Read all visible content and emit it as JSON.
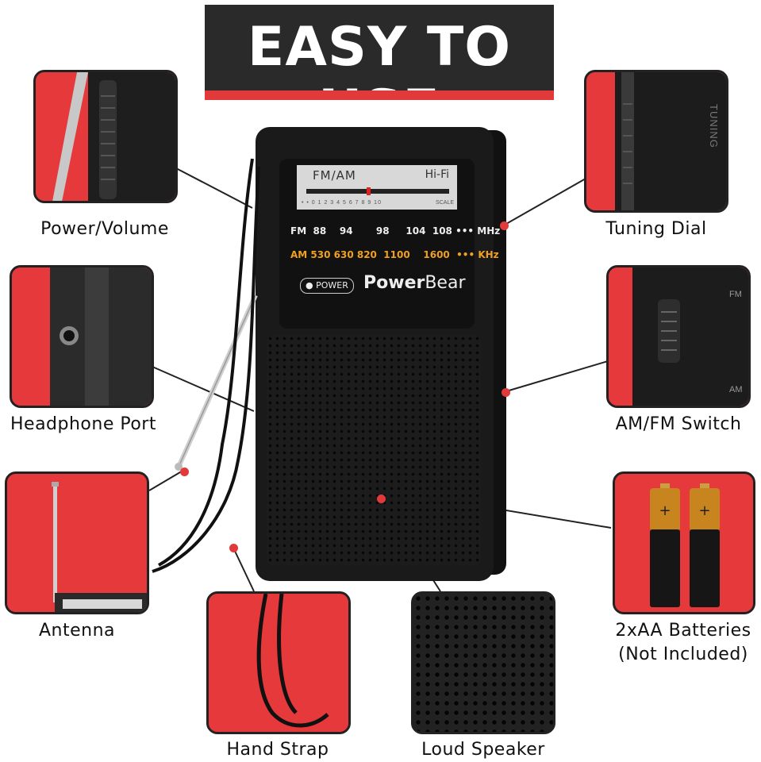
{
  "banner": {
    "title": "EASY TO USE"
  },
  "radio": {
    "scale_band": "FM/AM",
    "scale_hifi": "Hi-Fi",
    "scale_numbers": "• • 0  1  2  3  4  5  6  7  8  9  10",
    "scale_label": "SCALE",
    "fm_row": "FM  88    94       98     104  108 ••• MHz",
    "am_row": "AM 530 630 820  1100    1600  ••• KHz",
    "power_label": "POWER",
    "brand_a": "Power",
    "brand_b": "Bear"
  },
  "features": {
    "power_volume": "Power/Volume",
    "tuning_dial": "Tuning Dial",
    "headphone_port": "Headphone Port",
    "am_fm_switch": "AM/FM Switch",
    "antenna": "Antenna",
    "batteries_line1": "2xAA Batteries",
    "batteries_line2": "(Not Included)",
    "hand_strap": "Hand Strap",
    "loud_speaker": "Loud Speaker"
  },
  "tiles": {
    "tuning_text": "TUNING",
    "switch_fm": "FM",
    "switch_am": "AM"
  },
  "colors": {
    "accent": "#e23a3a",
    "dark": "#2a2a2a"
  }
}
